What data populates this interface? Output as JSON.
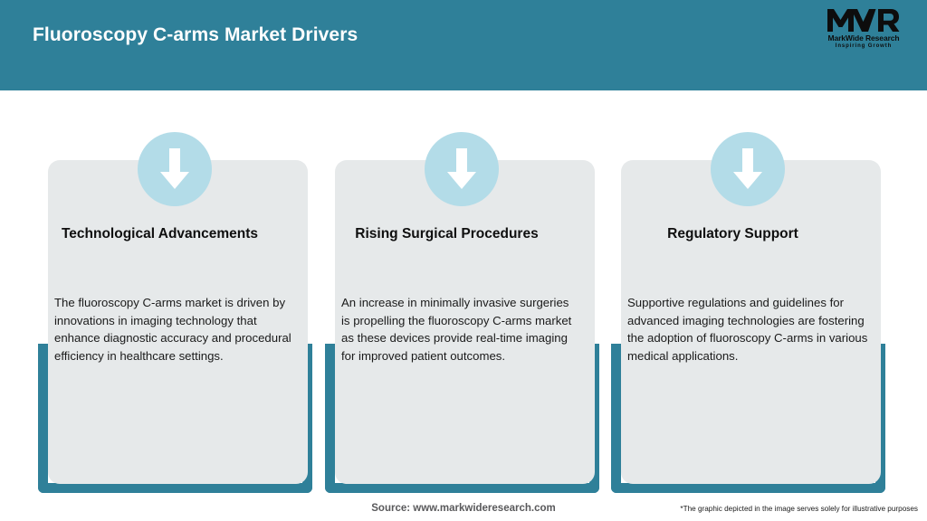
{
  "header": {
    "title": "Fluoroscopy C-arms Market Drivers",
    "background_color": "#2f8099",
    "title_color": "#ffffff",
    "logo": {
      "mark": "MWR",
      "name": "MarkWide Research",
      "tagline": "Inspiring Growth"
    }
  },
  "cards": [
    {
      "icon": "down-arrow-icon",
      "title": "Technological Advancements",
      "body": "The fluoroscopy C-arms market is driven by innovations in imaging technology that enhance diagnostic accuracy and procedural efficiency in healthcare settings."
    },
    {
      "icon": "down-arrow-icon",
      "title": "Rising Surgical Procedures",
      "body": "An increase in minimally invasive surgeries is propelling the fluoroscopy C-arms market as these devices provide real-time imaging for improved patient outcomes."
    },
    {
      "icon": "down-arrow-icon",
      "title": "Regulatory Support",
      "body": "Supportive regulations and guidelines for advanced imaging technologies are fostering the adoption of fluoroscopy C-arms in various medical applications."
    }
  ],
  "footer": {
    "source": "Source: www.markwideresearch.com",
    "disclaimer": "*The graphic depicted in the image serves solely for illustrative purposes"
  },
  "colors": {
    "accent_teal": "#2f8099",
    "card_gray": "#e6e9ea",
    "icon_circle_blue": "#b3dce8",
    "arrow_white": "#ffffff"
  }
}
